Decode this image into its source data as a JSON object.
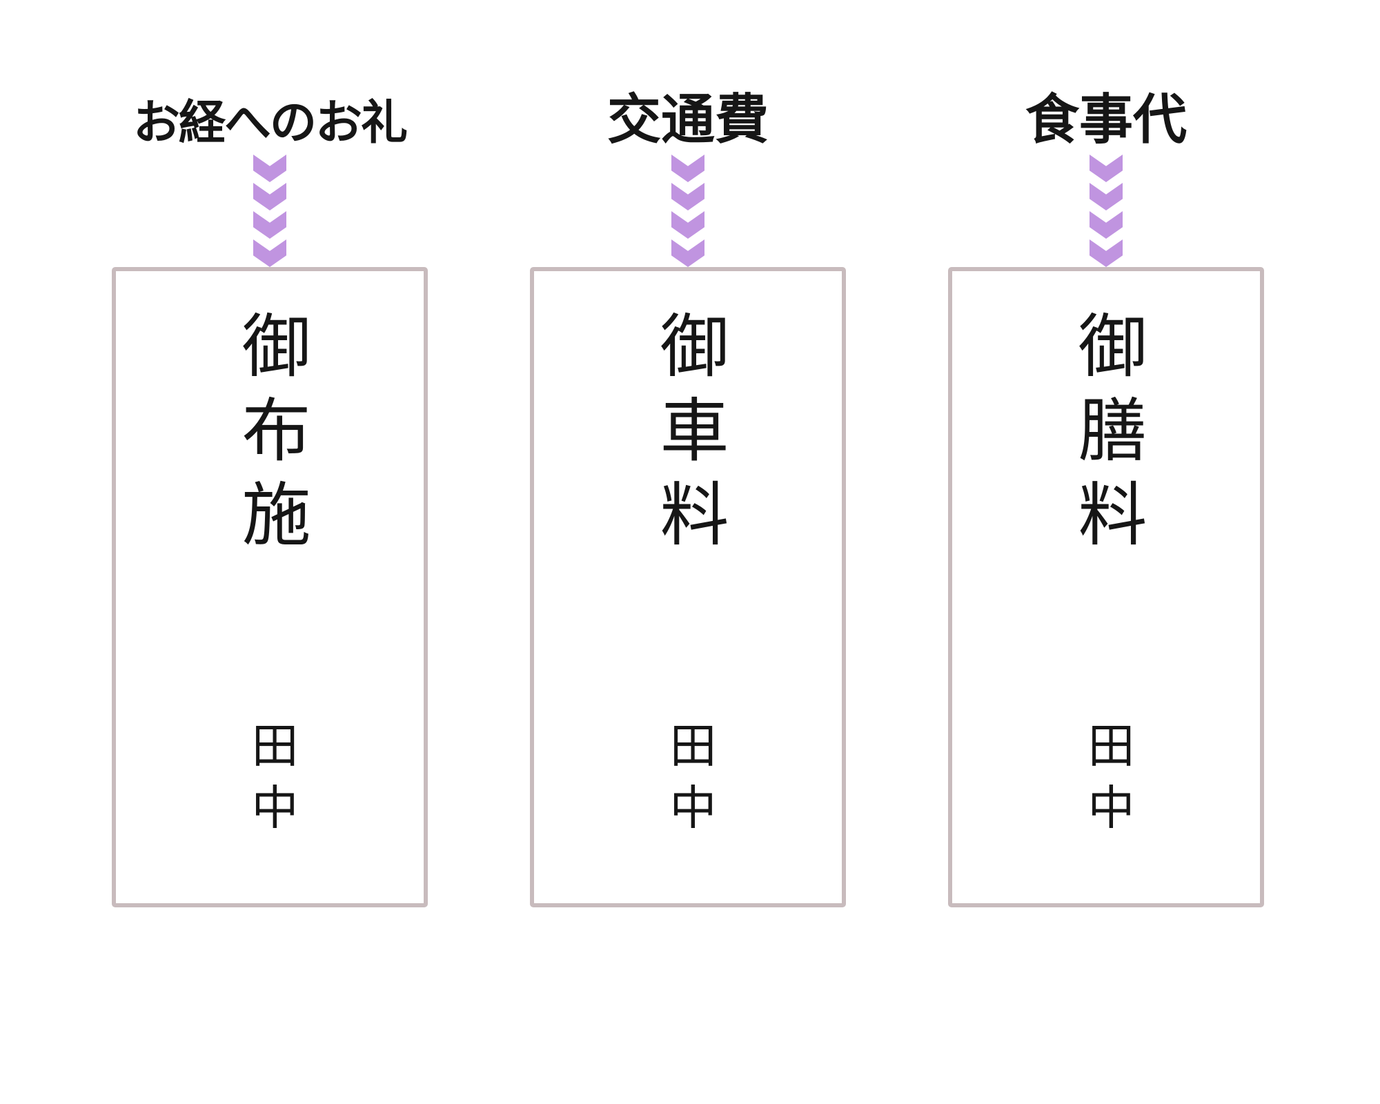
{
  "colors": {
    "arrow": "#c094e0",
    "envelope_border": "#c8bbbd",
    "text": "#161616",
    "background": "#ffffff"
  },
  "columns": [
    {
      "label": "お経へのお礼",
      "arrow_icon": "chevron-down",
      "envelope": {
        "title": "御布施",
        "name": "田中"
      }
    },
    {
      "label": "交通費",
      "arrow_icon": "chevron-down",
      "envelope": {
        "title": "御車料",
        "name": "田中"
      }
    },
    {
      "label": "食事代",
      "arrow_icon": "chevron-down",
      "envelope": {
        "title": "御膳料",
        "name": "田中"
      }
    }
  ]
}
